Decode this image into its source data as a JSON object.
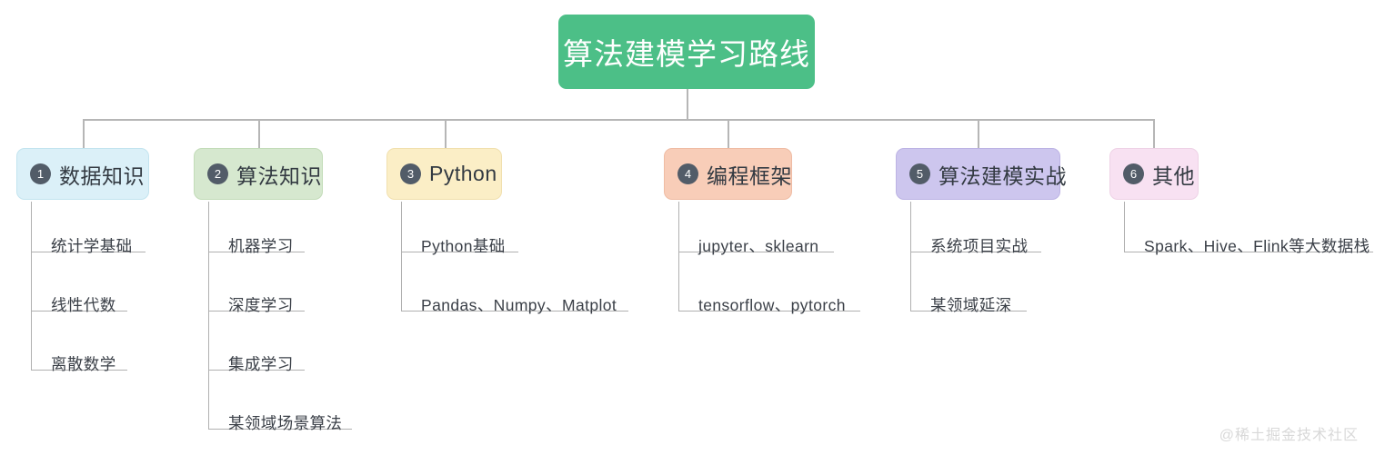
{
  "diagram": {
    "type": "mindmap-tree",
    "root": {
      "label": "算法建模学习路线",
      "bg_color": "#4cbf87",
      "text_color": "#ffffff"
    },
    "badge_color": "#525c68",
    "connector_color": "#b6b6b6",
    "branches": [
      {
        "number": "1",
        "label": "数据知识",
        "bg_color": "#dbf0f8",
        "border_color": "#c3e4ef",
        "children": [
          "统计学基础",
          "线性代数",
          "离散数学"
        ]
      },
      {
        "number": "2",
        "label": "算法知识",
        "bg_color": "#d6e8cf",
        "border_color": "#c3dcb9",
        "children": [
          "机器学习",
          "深度学习",
          "集成学习",
          "某领域场景算法"
        ]
      },
      {
        "number": "3",
        "label": "Python",
        "bg_color": "#fbeec6",
        "border_color": "#f1e0ae",
        "children": [
          "Python基础",
          "Pandas、Numpy、Matplot"
        ]
      },
      {
        "number": "4",
        "label": "编程框架",
        "bg_color": "#f8cdb8",
        "border_color": "#efbca4",
        "children": [
          "jupyter、sklearn",
          "tensorflow、pytorch"
        ]
      },
      {
        "number": "5",
        "label": "算法建模实战",
        "bg_color": "#cdc6ee",
        "border_color": "#bcb3e4",
        "children": [
          "系统项目实战",
          "某领域延深"
        ]
      },
      {
        "number": "6",
        "label": "其他",
        "bg_color": "#f8e1f2",
        "border_color": "#eed2e6",
        "children": [
          "Spark、Hive、Flink等大数据栈"
        ]
      }
    ]
  },
  "watermark": {
    "text": "@稀土掘金技术社区"
  }
}
